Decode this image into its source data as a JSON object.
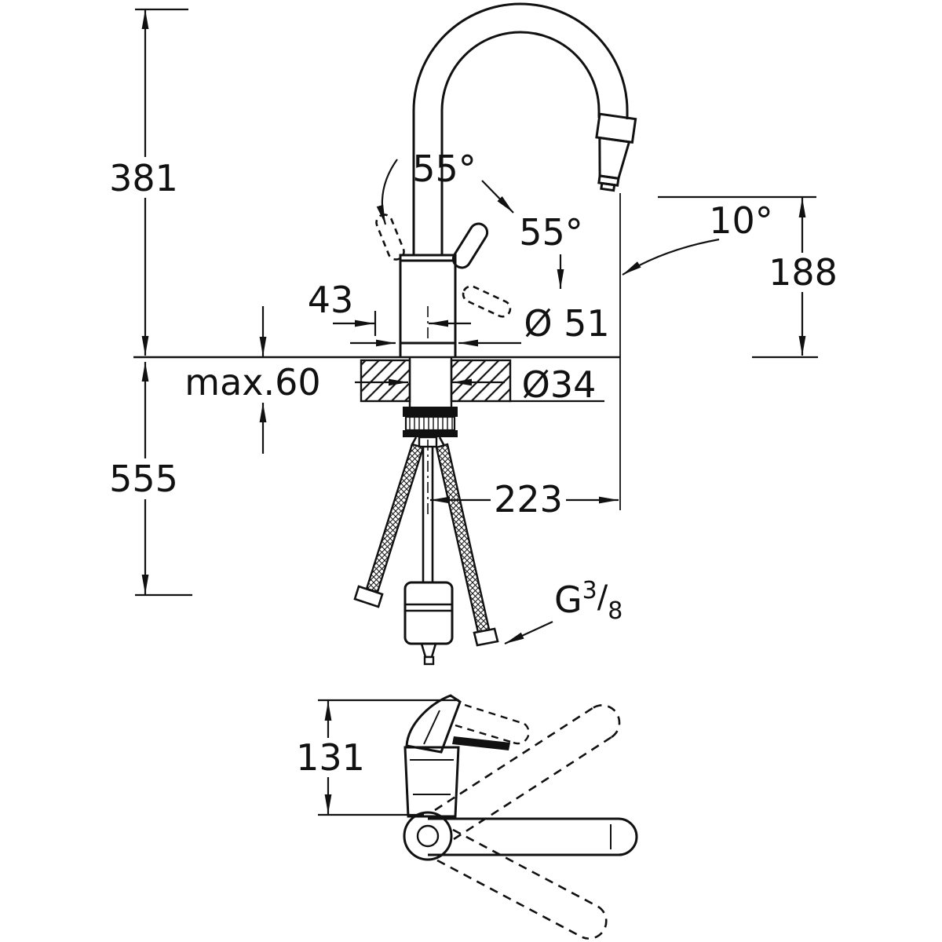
{
  "drawing": {
    "kind": "technical-dimension-drawing",
    "subject": "single-lever kitchen faucet with high gooseneck spout and pull-out spray, front view and plan view",
    "units": "mm",
    "line_color": "#111111",
    "background": "#ffffff",
    "labels": {
      "total_height": "381",
      "below_counter_height": "555",
      "handle_swivel_left": "55°",
      "handle_swivel_right": "55°",
      "spray_head_angle": "10°",
      "outlet_height": "188",
      "handle_offset": "43",
      "base_diameter": "Ø 51",
      "max_counter_thickness": "max.60",
      "hole_diameter": "Ø34",
      "spout_reach": "223",
      "thread_letter": "G",
      "thread_numerator": "3",
      "thread_slash": "/",
      "thread_denominator": "8",
      "plan_view_height": "131"
    }
  }
}
